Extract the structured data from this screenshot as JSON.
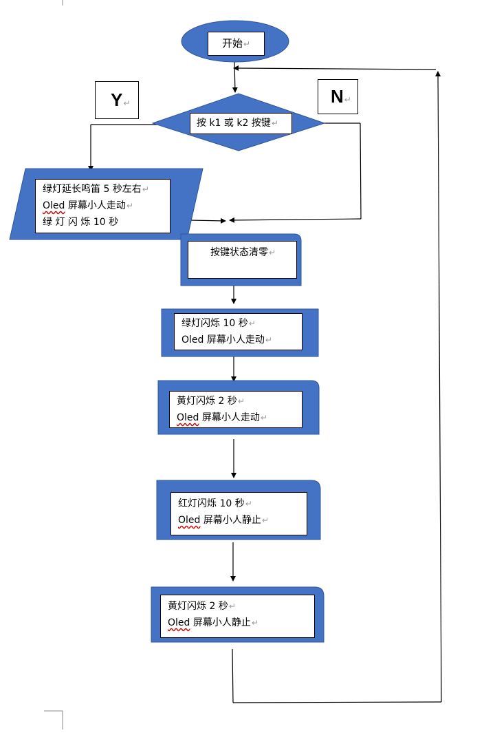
{
  "diagram": {
    "start": "开始",
    "decision": "按 k1 或 k2 按键",
    "yes_label": "Y",
    "no_label": "N",
    "yes_branch": {
      "line1": "绿灯延长鸣笛 5 秒左右",
      "line2_underlined": "Oled",
      "line2_rest": " 屏幕小人走动",
      "line3_words": [
        "绿",
        "灯",
        "闪",
        "烁",
        "10",
        "秒"
      ]
    },
    "reset": "按键状态清零",
    "step1": {
      "line1": "绿灯闪烁 10 秒",
      "line2_underlined": "Oled",
      "line2_rest": " 屏幕小人走动"
    },
    "step2": {
      "line1": "黄灯闪烁 2 秒",
      "line2_underlined": "Oled",
      "line2_rest": " 屏幕小人走动"
    },
    "step3": {
      "line1": "红灯闪烁 10 秒",
      "line2_underlined": "Oled",
      "line2_rest": " 屏幕小人静止"
    },
    "step4": {
      "line1": "黄灯闪烁 2 秒",
      "line2_underlined": "Oled",
      "line2_rest": " 屏幕小人静止"
    },
    "paragraph_mark": "↵"
  },
  "colors": {
    "shape_fill": "#4472c4",
    "text": "#000000",
    "line": "#000000",
    "spellcheck": "#d00000"
  }
}
